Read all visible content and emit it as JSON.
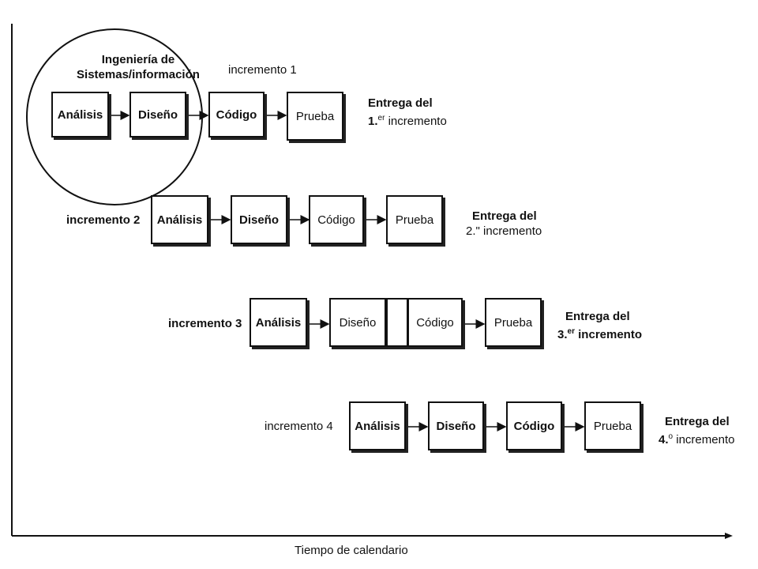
{
  "system_engineering": {
    "title_line1": "Ingeniería de",
    "title_line2": "Sistemas/información"
  },
  "increments": [
    {
      "label": "incremento 1",
      "steps": [
        "Análisis",
        "Diseño",
        "Código",
        "Prueba"
      ],
      "delivery_line1": "Entrega del",
      "delivery_num": "1.",
      "delivery_sup": "er",
      "delivery_word": "incremento"
    },
    {
      "label": "incremento 2",
      "steps": [
        "Análisis",
        "Diseño",
        "Código",
        "Prueba"
      ],
      "delivery_line1": "Entrega del",
      "delivery_num": "2.",
      "delivery_sup": "\"",
      "delivery_word": "incremento"
    },
    {
      "label": "incremento 3",
      "steps": [
        "Análisis",
        "Diseño",
        "Código",
        "Prueba"
      ],
      "delivery_line1": "Entrega del",
      "delivery_num": "3.",
      "delivery_sup": "er",
      "delivery_word": "incremento"
    },
    {
      "label": "incremento 4",
      "steps": [
        "Análisis",
        "Diseño",
        "Código",
        "Prueba"
      ],
      "delivery_line1": "Entrega del",
      "delivery_num": "4.",
      "delivery_sup": "o",
      "delivery_word": "incremento"
    }
  ],
  "axis": {
    "x_label": "Tiempo de calendario"
  }
}
